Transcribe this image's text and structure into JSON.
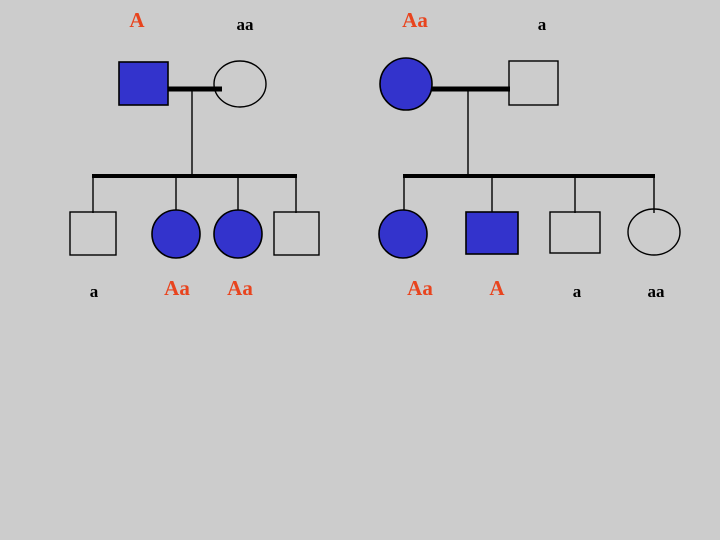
{
  "diagram": {
    "title": "Pedigree chart with genotypes",
    "background_color": "#cccccc",
    "affected_fill_color": "#3333cc",
    "unaffected_fill_color": "none",
    "symbol_stroke_color": "#000000",
    "carrier_label_color": "#e8441e",
    "plain_label_color": "#000000"
  },
  "families": [
    {
      "name": "family-left",
      "parents": [
        {
          "id": "left-father",
          "sex": "male",
          "shape": "square",
          "affected": true,
          "genotype": "A",
          "label_color": "#e8441e",
          "label_size": "big"
        },
        {
          "id": "left-mother",
          "sex": "female",
          "shape": "circle",
          "affected": false,
          "genotype": "aa",
          "label_color": "#000000",
          "label_size": "small"
        }
      ],
      "children": [
        {
          "id": "left-child-1",
          "sex": "male",
          "shape": "square",
          "affected": false,
          "genotype": "a",
          "label_color": "#000000",
          "label_size": "small"
        },
        {
          "id": "left-child-2",
          "sex": "female",
          "shape": "circle",
          "affected": true,
          "genotype": "Aa",
          "label_color": "#e8441e",
          "label_size": "big"
        },
        {
          "id": "left-child-3",
          "sex": "female",
          "shape": "circle",
          "affected": true,
          "genotype": "Aa",
          "label_color": "#e8441e",
          "label_size": "big"
        },
        {
          "id": "left-child-4",
          "sex": "male",
          "shape": "square",
          "affected": false,
          "genotype": "",
          "label_color": "#000000",
          "label_size": "small"
        }
      ]
    },
    {
      "name": "family-right",
      "parents": [
        {
          "id": "right-mother",
          "sex": "female",
          "shape": "circle",
          "affected": true,
          "genotype": "Aa",
          "label_color": "#e8441e",
          "label_size": "big"
        },
        {
          "id": "right-father",
          "sex": "male",
          "shape": "square",
          "affected": false,
          "genotype": "a",
          "label_color": "#000000",
          "label_size": "small"
        }
      ],
      "children": [
        {
          "id": "right-child-1",
          "sex": "female",
          "shape": "circle",
          "affected": true,
          "genotype": "Aa",
          "label_color": "#e8441e",
          "label_size": "big"
        },
        {
          "id": "right-child-2",
          "sex": "male",
          "shape": "square",
          "affected": true,
          "genotype": "A",
          "label_color": "#e8441e",
          "label_size": "big"
        },
        {
          "id": "right-child-3",
          "sex": "male",
          "shape": "square",
          "affected": false,
          "genotype": "a",
          "label_color": "#000000",
          "label_size": "small"
        },
        {
          "id": "right-child-4",
          "sex": "female",
          "shape": "circle",
          "affected": false,
          "genotype": "aa",
          "label_color": "#000000",
          "label_size": "small"
        }
      ]
    }
  ],
  "labels": {
    "top_left_father": "A",
    "top_left_mother": "aa",
    "top_right_mother": "Aa",
    "top_right_father": "a",
    "bottom_left_1": "a",
    "bottom_left_2": "Aa",
    "bottom_left_3": "Aa",
    "bottom_right_1": "Aa",
    "bottom_right_2": "A",
    "bottom_right_3": "a",
    "bottom_right_4": "aa"
  }
}
